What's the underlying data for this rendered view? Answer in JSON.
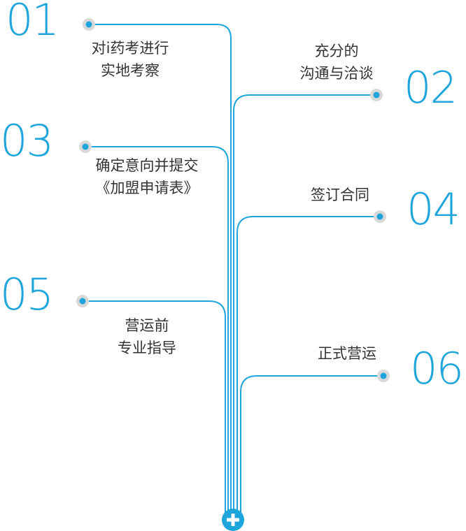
{
  "colors": {
    "accent": "#1ea5dc",
    "dot_ring": "#d9d9d9",
    "text": "#333333"
  },
  "icons": {
    "plus": "plus-circle-icon"
  },
  "steps": [
    {
      "num": "01",
      "lines": [
        "对i药考进行",
        "实地考察"
      ]
    },
    {
      "num": "02",
      "lines": [
        "充分的",
        "沟通与洽谈"
      ]
    },
    {
      "num": "03",
      "lines": [
        "确定意向并提交",
        "《加盟申请表》"
      ]
    },
    {
      "num": "04",
      "lines": [
        "签订合同"
      ]
    },
    {
      "num": "05",
      "lines": [
        "营运前",
        "专业指导"
      ]
    },
    {
      "num": "06",
      "lines": [
        "正式营运"
      ]
    }
  ]
}
